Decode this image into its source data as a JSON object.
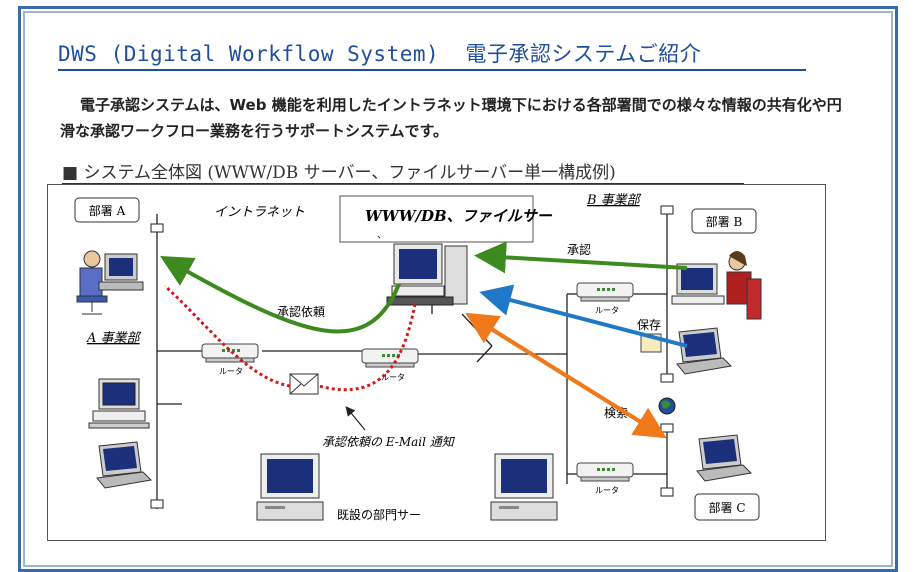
{
  "title": "DWS (Digital Workflow System)  電子承認システムご紹介",
  "intro": "電子承認システムは、Web 機能を利用したイントラネット環境下における各部署間での様々な情報の共有化や円滑な承認ワークフロー業務を行うサポートシステムです。",
  "section_heading": "■ システム全体図 (WWW/DB サーバー、ファイルサーバー単一構成例)",
  "diagram": {
    "dept_a": "部署 A",
    "dept_b": "部署 B",
    "dept_c": "部署 C",
    "intranet": "イントラネット",
    "server_line1": "WWW/DB、ファイルサー",
    "server_line2": "、",
    "b_division": "B 事業部",
    "a_division": "A 事業部",
    "approval": "承認",
    "approval_request": "承認依頼",
    "save": "保存",
    "search": "検索",
    "router": "ルータ",
    "email_notice": "承認依頼の E-Mail 通知",
    "existing_servers": "既設の部門サー",
    "colors": {
      "approval_arrow": "#3d8a1f",
      "save_arrow": "#1f78c8",
      "search_arrow": "#f07a1a",
      "mail_path": "#d11a1a",
      "frame": "#3a6aa8",
      "title": "#1f4e9c"
    }
  }
}
